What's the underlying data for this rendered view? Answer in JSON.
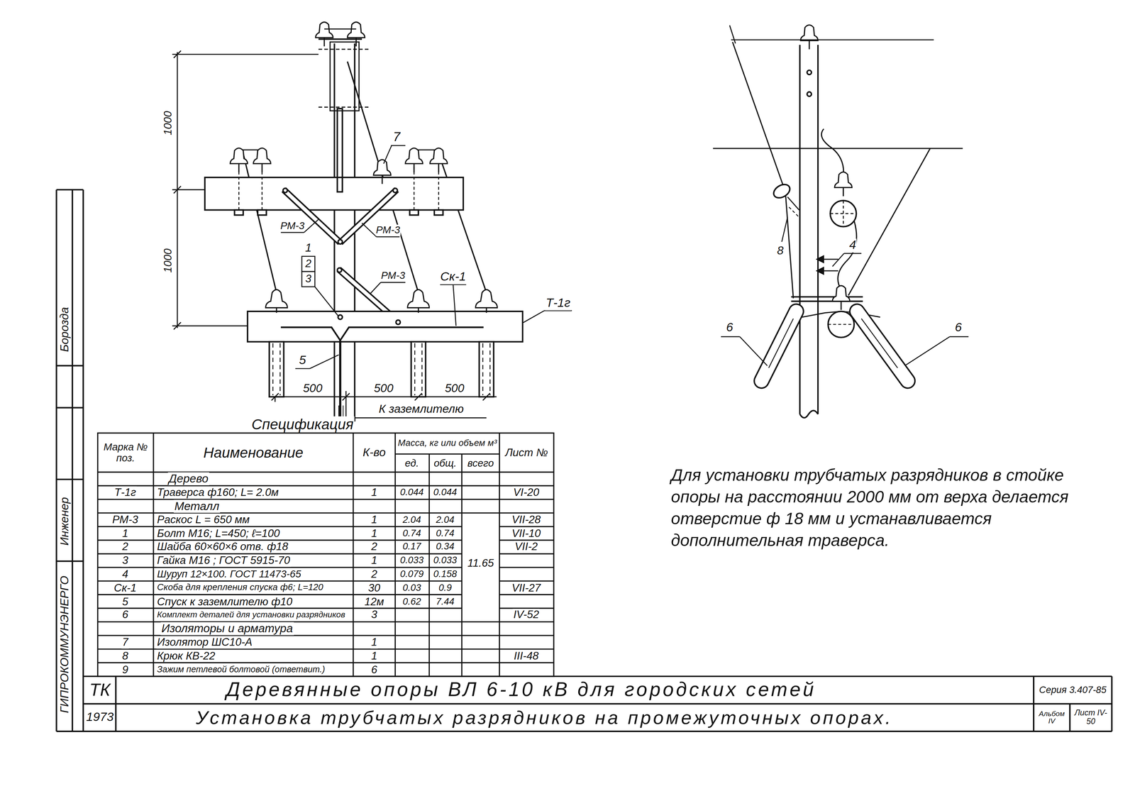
{
  "diagram": {
    "title": "Деревянные опоры ВЛ 6-10 кВ для городских сетей",
    "labels": [
      "1000",
      "1000",
      "7",
      "РМ-3",
      "РМ-3",
      "1",
      "2",
      "3",
      "РМ-3",
      "Ск-1",
      "Т-1г",
      "5",
      "500",
      "500",
      "500",
      "К заземлителю",
      "8",
      "4",
      "6",
      "6",
      "Для установки трубчатых разрядников в стойке опоры на расстоянии 2000 мм от верха делается отверстие ф 18 мм и устанавливается дополнительная траверса.",
      "Спецификация",
      "Марка № поз.",
      "Наименование",
      "К-во",
      "Масса, кг или объем м³",
      "ед.",
      "общ.",
      "всего",
      "Лист №",
      "Дерево",
      "Т-1г",
      "Траверса ф160; L= 2.0м",
      "1",
      "0.044",
      "0.044",
      "VI-20",
      "Металл",
      "РМ-3",
      "Раскос L = 650 мм",
      "1",
      "2.04",
      "2.04",
      "VII-28",
      "1",
      "Болт М16; L=450; ℓ=100",
      "1",
      "0.74",
      "0.74",
      "VII-10",
      "2",
      "Шайба 60×60×6 отв. ф18",
      "2",
      "0.17",
      "0.34",
      "VII-2",
      "3",
      "Гайка М16 ; ГОСТ 5915-70",
      "1",
      "0.033",
      "0.033",
      "11.65",
      "4",
      "Шуруп 12×100. ГОСТ 11473-65",
      "2",
      "0.079",
      "0.158",
      "Ск-1",
      "Скоба для крепления спуска ф6; L=120",
      "30",
      "0.03",
      "0.9",
      "VII-27",
      "5",
      "Спуск к заземлителю ф10",
      "12м",
      "0.62",
      "7.44",
      "6",
      "Комплект деталей для установки разрядников",
      "3",
      "IV-52",
      "Изоляторы и арматура",
      "7",
      "Изолятор ШС10-А",
      "1",
      "8",
      "Крюк КВ-22",
      "1",
      "III-48",
      "9",
      "Зажим петлевой болтовой (ответвит.)",
      "6",
      "ТК",
      "1973",
      "Установка трубчатых разрядников на промежуточных опорах.",
      "Серия 3.407-85",
      "Альбом IV",
      "Лист IV-50",
      "ГИПРОКОММУНЭНЕРГО",
      "Инженер",
      "Борозда"
    ]
  }
}
